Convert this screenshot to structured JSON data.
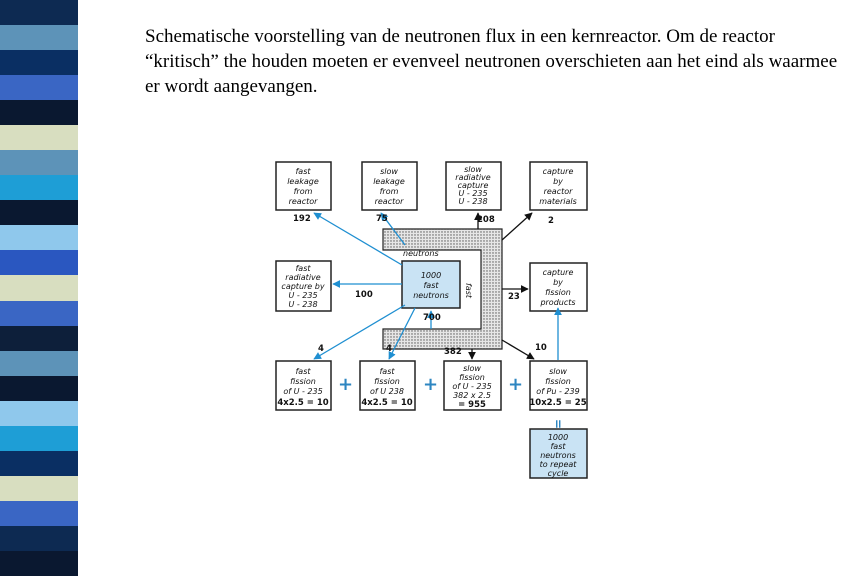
{
  "caption": "Schematische voorstelling van de neutronen flux in een kernreactor. Om de reactor “kritisch” the houden moeten er evenveel neutronen overschieten aan het eind als waarmee er wordt aangevangen.",
  "colors": {
    "stripes": [
      "#0d2a52",
      "#5d93b8",
      "#0a2f63",
      "#3a66c4",
      "#0a1830",
      "#d8dec0",
      "#5d93b8",
      "#1e9ed6",
      "#0a1830",
      "#8fc8ec",
      "#2a57c0",
      "#d8dec0",
      "#3a66c4",
      "#0d1f3a",
      "#5d93b8",
      "#0a1830",
      "#8fc8ec",
      "#1e9ed6",
      "#0a2f63",
      "#d8dec0",
      "#3a66c4",
      "#0d2a52",
      "#0a1830"
    ],
    "arrow_blue": "#1f8fd1",
    "arrow_black": "#111111",
    "box_blue": "#c9e3f4"
  },
  "diagram": {
    "center": [
      "1000",
      "fast",
      "neutrons"
    ],
    "neutrons_label": "neutrons",
    "fast_label": "fast",
    "boxes": {
      "fast_leakage": {
        "lines": [
          "fast",
          "leakage",
          "from",
          "reactor"
        ],
        "value": "192"
      },
      "slow_leakage": {
        "lines": [
          "slow",
          "leakage",
          "from",
          "reactor"
        ],
        "value": "75"
      },
      "slow_radiative": {
        "lines": [
          "slow",
          "radiative",
          "capture",
          "U - 235",
          "U - 238"
        ],
        "value": "208"
      },
      "capture_reactor": {
        "lines": [
          "capture",
          "by",
          "reactor",
          "materials"
        ],
        "value": "2"
      },
      "fast_radiative": {
        "lines": [
          "fast",
          "radiative",
          "capture by",
          "U - 235",
          "U - 238"
        ],
        "value": "100"
      },
      "capture_fission": {
        "lines": [
          "capture",
          "by",
          "fission",
          "products"
        ],
        "value": "23"
      },
      "fast_fission_235": {
        "lines": [
          "fast",
          "fission",
          "of U - 235"
        ],
        "formula": "4x2.5 = 10",
        "value": "4"
      },
      "fast_fission_238": {
        "lines": [
          "fast",
          "fission",
          "of U  238"
        ],
        "formula": "4x2.5 = 10",
        "value": "4"
      },
      "slow_fission_235": {
        "lines": [
          "slow",
          "fission",
          "of U - 235",
          "382 x 2.5"
        ],
        "formula": "= 955",
        "value": "382"
      },
      "slow_fission_pu": {
        "lines": [
          "slow",
          "fission",
          "of Pu - 239"
        ],
        "formula": "10x2.5 = 25",
        "value": "10"
      },
      "repeat": {
        "lines": [
          "1000",
          "fast",
          "neutrons",
          "to repeat",
          "cycle"
        ]
      }
    },
    "moderator_value": "700",
    "plus": "+",
    "equals": "="
  }
}
